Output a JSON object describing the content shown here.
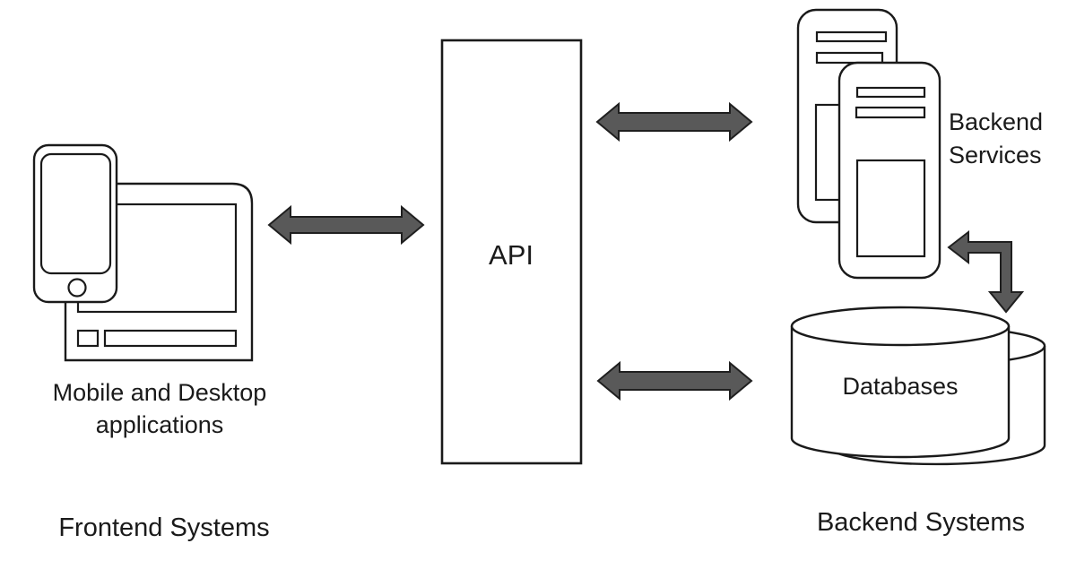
{
  "diagram": {
    "type": "api-architecture-diagram",
    "colors": {
      "background": "#ffffff",
      "shape_fill": "#ffffff",
      "shape_stroke": "#1a1a1a",
      "arrow_fill": "#595959",
      "arrow_stroke": "#1f1f1f",
      "text": "#1a1a1a"
    },
    "frontend": {
      "caption_line1": "Mobile and Desktop",
      "caption_line2": "applications",
      "group_label": "Frontend Systems",
      "icons": [
        "smartphone-icon",
        "desktop-computer-icon"
      ]
    },
    "api": {
      "label": "API"
    },
    "backend_services": {
      "label_line1": "Backend",
      "label_line2": "Services",
      "icons": [
        "server-icon",
        "server-icon"
      ]
    },
    "databases": {
      "label": "Databases",
      "icons": [
        "database-cylinder-icon",
        "database-cylinder-icon"
      ]
    },
    "backend_group_label": "Backend Systems",
    "connections": [
      {
        "from": "frontend-applications",
        "to": "api",
        "style": "double-headed-arrow"
      },
      {
        "from": "api",
        "to": "backend-services",
        "style": "double-headed-arrow"
      },
      {
        "from": "api",
        "to": "databases",
        "style": "double-headed-arrow"
      },
      {
        "from": "backend-services",
        "to": "databases",
        "style": "double-headed-elbow-arrow"
      }
    ]
  }
}
